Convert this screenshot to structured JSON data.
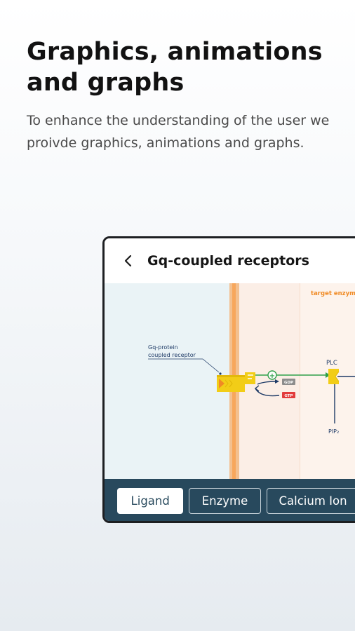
{
  "promo": {
    "headline_line1": "Graphics, animations",
    "headline_line2": "and graphs",
    "description_line1": "To enhance the understanding of the user we",
    "description_line2": "proivde graphics, animations and graphs."
  },
  "app": {
    "back_icon": "chevron-left-icon",
    "title": "Gq-coupled receptors",
    "diagram": {
      "region_label": "target enzym",
      "receptor_label_line1": "Gq-protein",
      "receptor_label_line2": "coupled receptor",
      "gdp_label": "GDP",
      "gtp_label": "GTP",
      "plus_symbol": "+",
      "plc_label": "PLC",
      "pip2_label": "PIP₂"
    },
    "tabs": [
      {
        "label": "Ligand",
        "active": true
      },
      {
        "label": "Enzyme",
        "active": false
      },
      {
        "label": "Calcium Ion",
        "active": false
      }
    ]
  },
  "colors": {
    "tabbar_bg": "#28495d",
    "membrane": "#f3c08f",
    "target_region": "#fbeee6",
    "protein_yellow": "#f2cd17",
    "arrow_green": "#2ea04a",
    "arrow_navy": "#1e3a66",
    "gtp_red": "#e23b3b",
    "accent_orange": "#f08a24"
  }
}
